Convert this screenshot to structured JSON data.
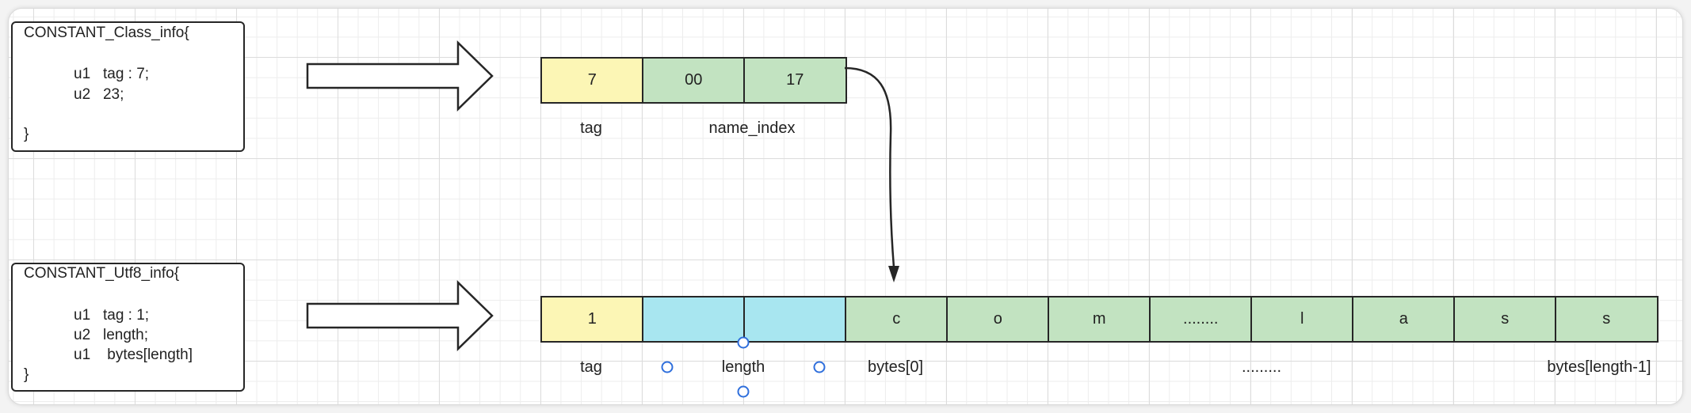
{
  "class_info_struct": {
    "title": "CONSTANT_Class_info{",
    "fields": [
      "u1   tag : 7;",
      "u2   23;"
    ],
    "closing": "}"
  },
  "utf8_info_struct": {
    "title": "CONSTANT_Utf8_info{",
    "fields": [
      "u1   tag : 1;",
      "u2   length;",
      "u1    bytes[length]"
    ],
    "closing": "}"
  },
  "class_info_bytes": {
    "cells": [
      {
        "text": "7",
        "fill": "#fcf6b5"
      },
      {
        "text": "00",
        "fill": "#c2e3c1"
      },
      {
        "text": "17",
        "fill": "#c2e3c1"
      }
    ],
    "labels": {
      "tag": "tag",
      "name_index": "name_index"
    }
  },
  "utf8_info_bytes": {
    "cells": [
      {
        "text": "1",
        "fill": "#fcf6b5"
      },
      {
        "fill": "#a8e6f0"
      },
      {
        "fill": "#a8e6f0"
      },
      {
        "text": "c",
        "fill": "#c2e3c1"
      },
      {
        "text": "o",
        "fill": "#c2e3c1"
      },
      {
        "text": "m",
        "fill": "#c2e3c1"
      },
      {
        "text": "........",
        "fill": "#c2e3c1"
      },
      {
        "text": "l",
        "fill": "#c2e3c1"
      },
      {
        "text": "a",
        "fill": "#c2e3c1"
      },
      {
        "text": "s",
        "fill": "#c2e3c1"
      },
      {
        "text": "s",
        "fill": "#c2e3c1"
      }
    ],
    "labels": {
      "tag": "tag",
      "length": "length",
      "first_byte": "bytes[0]",
      "ellipsis": ".........",
      "last_byte": "bytes[length-1]"
    }
  },
  "colors": {
    "stroke": "#262626",
    "selection": "#2f6fdc"
  }
}
